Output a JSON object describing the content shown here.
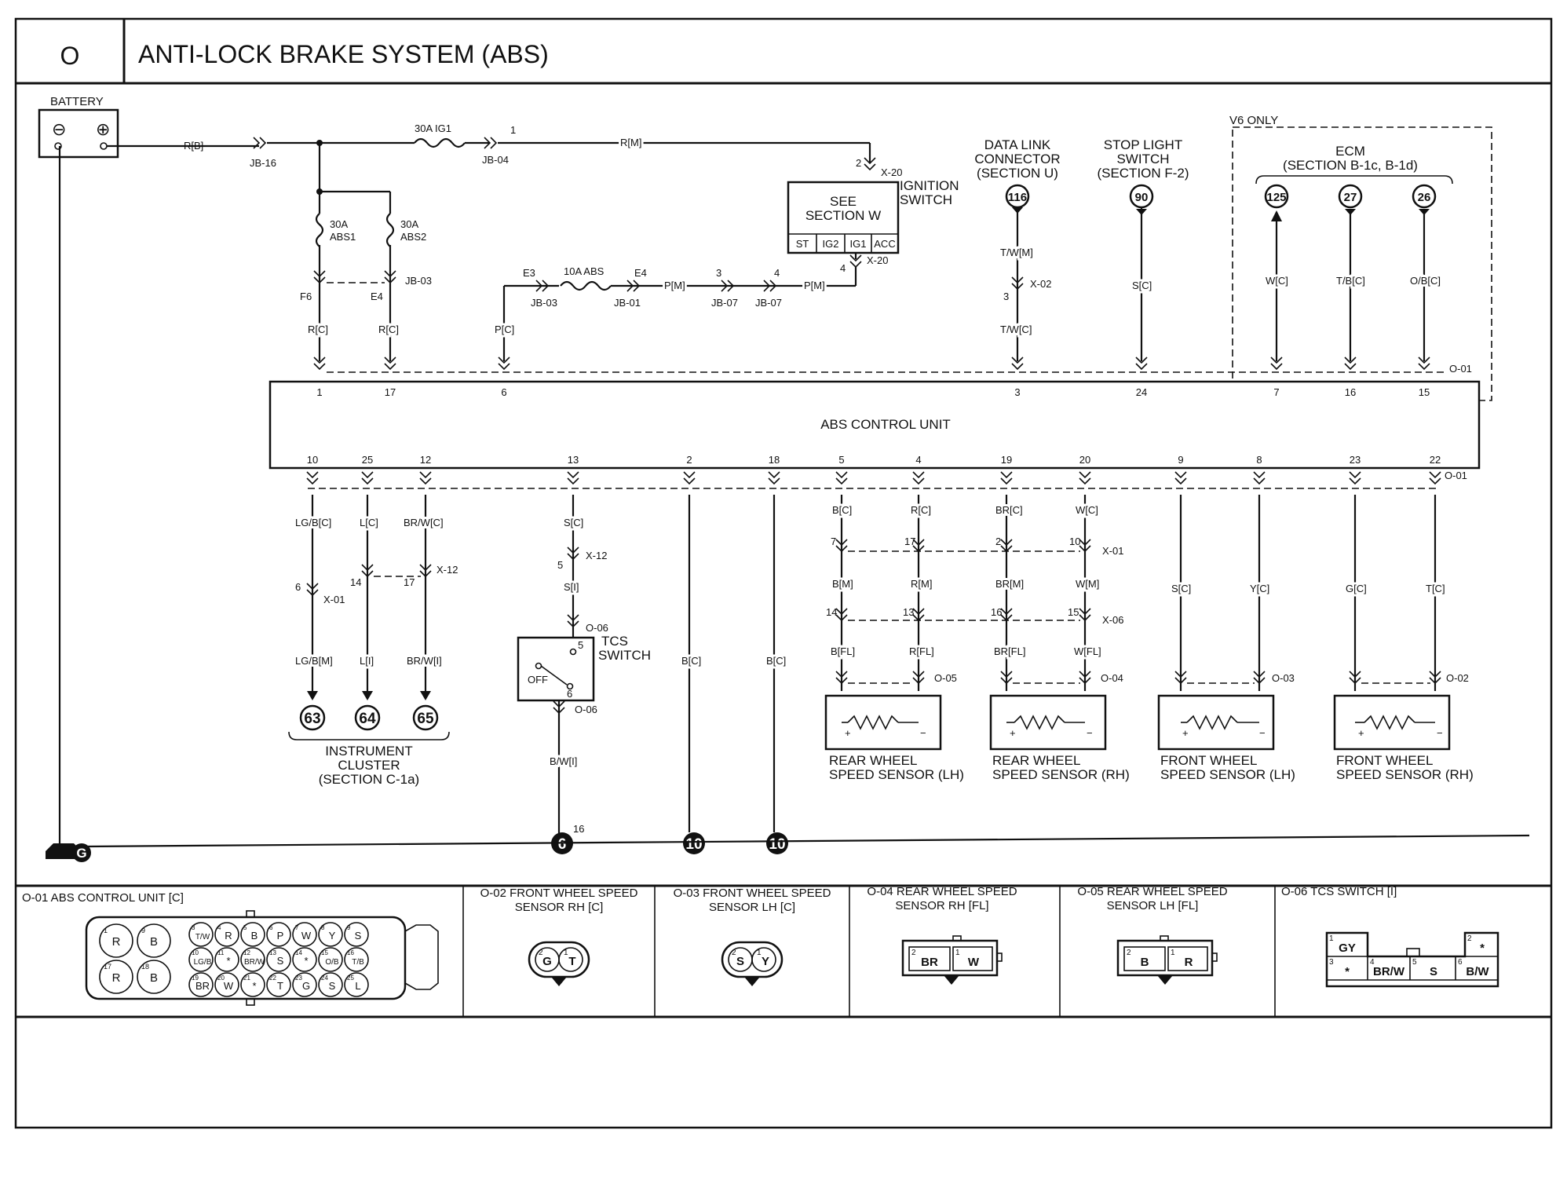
{
  "header": {
    "section_code": "O",
    "title": "ANTI-LOCK BRAKE SYSTEM (ABS)"
  },
  "power": {
    "battery_label": "BATTERY",
    "battery_neg": "⊖",
    "battery_pos": "⊕",
    "wire_battery": "R[B]",
    "jb16": "JB-16",
    "fuse_ig1": "30A IG1",
    "jb04_pin": "1",
    "jb04": "JB-04",
    "wire_rm": "R[M]",
    "fuse_abs1_amp": "30A",
    "fuse_abs1_name": "ABS1",
    "fuse_abs2_amp": "30A",
    "fuse_abs2_name": "ABS2",
    "jb03": "JB-03",
    "f6": "F6",
    "e4": "E4",
    "wire_rc1": "R[C]",
    "wire_rc2": "R[C]"
  },
  "ignition": {
    "pin_top": "2",
    "conn_top": "X-20",
    "label1": "IGNITION",
    "label2": "SWITCH",
    "see1": "SEE",
    "see2": "SECTION W",
    "terminals": [
      "ST",
      "IG2",
      "IG1",
      "ACC"
    ],
    "pin_bottom": "4",
    "conn_bottom": "X-20"
  },
  "abs_fuse_path": {
    "e3": "E3",
    "jb03": "JB-03",
    "fuse": "10A ABS",
    "e4": "E4",
    "jb01": "JB-01",
    "wire_pm1": "P[M]",
    "pin3": "3",
    "jb07a": "JB-07",
    "pin4": "4",
    "jb07b": "JB-07",
    "wire_pm2": "P[M]",
    "wire_pc": "P[C]"
  },
  "data_link": {
    "label1": "DATA LINK",
    "label2": "CONNECTOR",
    "label3": "(SECTION U)",
    "ref": "116",
    "wire_top": "T/W[M]",
    "pin": "3",
    "conn": "X-02",
    "wire_bottom": "T/W[C]"
  },
  "stop_light": {
    "label1": "STOP LIGHT",
    "label2": "SWITCH",
    "label3": "(SECTION F-2)",
    "ref": "90",
    "wire": "S[C]"
  },
  "ecm": {
    "v6": "V6 ONLY",
    "label1": "ECM",
    "label2": "(SECTION B-1c, B-1d)",
    "refs": [
      "125",
      "27",
      "26"
    ],
    "wires": [
      "W[C]",
      "T/B[C]",
      "O/B[C]"
    ]
  },
  "abs_unit": {
    "label": "ABS CONTROL UNIT",
    "connector": "O-01",
    "connector_bottom": "O-01",
    "top_pins": [
      "1",
      "17",
      "6",
      "3",
      "24",
      "7",
      "16",
      "15"
    ],
    "bottom_pins": [
      "10",
      "25",
      "12",
      "13",
      "2",
      "18",
      "5",
      "4",
      "19",
      "20",
      "9",
      "8",
      "23",
      "22"
    ]
  },
  "cluster": {
    "wires_c": [
      "LG/B[C]",
      "L[C]",
      "BR/W[C]"
    ],
    "pin6": "6",
    "x01": "X-01",
    "pin14": "14",
    "pin17": "17",
    "x12": "X-12",
    "wires_m": [
      "LG/B[M]",
      "L[I]",
      "BR/W[I]"
    ],
    "refs": [
      "63",
      "64",
      "65"
    ],
    "label1": "INSTRUMENT",
    "label2": "CLUSTER",
    "label3": "(SECTION C-1a)"
  },
  "tcs": {
    "wire_sc": "S[C]",
    "pin5": "5",
    "x12": "X-12",
    "wire_si": "S[I]",
    "conn_top": "O-06",
    "pin5b": "5",
    "label1": "TCS",
    "label2": "SWITCH",
    "off": "OFF",
    "pin6": "6",
    "conn_bottom": "O-06",
    "wire_bw": "B/W[I]",
    "ground_pin": "16",
    "ground_ref": "6"
  },
  "ground_lines": {
    "wire_a": "B[C]",
    "wire_b": "B[C]",
    "ref_a": "10",
    "ref_b": "10",
    "ground_symbol": "G"
  },
  "rear_sensors": {
    "wires_c": [
      "B[C]",
      "R[C]",
      "BR[C]",
      "W[C]"
    ],
    "x01_pins": [
      "7",
      "17",
      "2",
      "10"
    ],
    "x01": "X-01",
    "wires_m": [
      "B[M]",
      "R[M]",
      "BR[M]",
      "W[M]"
    ],
    "x06_pins": [
      "14",
      "13",
      "16",
      "15"
    ],
    "x06": "X-06",
    "wires_fl": [
      "B[FL]",
      "R[FL]",
      "BR[FL]",
      "W[FL]"
    ],
    "lh_conn": "O-05",
    "rh_conn": "O-04",
    "lh_label1": "REAR WHEEL",
    "lh_label2": "SPEED SENSOR (LH)",
    "rh_label1": "REAR WHEEL",
    "rh_label2": "SPEED SENSOR (RH)"
  },
  "front_sensors": {
    "wires": [
      "S[C]",
      "Y[C]",
      "G[C]",
      "T[C]"
    ],
    "lh_conn": "O-03",
    "rh_conn": "O-02",
    "lh_label1": "FRONT WHEEL",
    "lh_label2": "SPEED SENSOR (LH)",
    "rh_label1": "FRONT WHEEL",
    "rh_label2": "SPEED SENSOR (RH)"
  },
  "connectors": {
    "o01": {
      "title": "O-01 ABS CONTROL UNIT [C]",
      "big": [
        {
          "n": "1",
          "c": "R"
        },
        {
          "n": "9",
          "c": "B"
        },
        {
          "n": "17",
          "c": "R"
        },
        {
          "n": "18",
          "c": "B"
        }
      ],
      "row1": [
        {
          "n": "3",
          "c": "T/W"
        },
        {
          "n": "4",
          "c": "R"
        },
        {
          "n": "5",
          "c": "B"
        },
        {
          "n": "6",
          "c": "P"
        },
        {
          "n": "7",
          "c": "W"
        },
        {
          "n": "8",
          "c": "Y"
        },
        {
          "n": "9",
          "c": "S"
        }
      ],
      "row2": [
        {
          "n": "10",
          "c": "LG/B"
        },
        {
          "n": "11",
          "c": "*"
        },
        {
          "n": "12",
          "c": "BR/W"
        },
        {
          "n": "13",
          "c": "S"
        },
        {
          "n": "14",
          "c": "*"
        },
        {
          "n": "15",
          "c": "O/B"
        },
        {
          "n": "16",
          "c": "T/B"
        }
      ],
      "row3": [
        {
          "n": "19",
          "c": "BR"
        },
        {
          "n": "20",
          "c": "W"
        },
        {
          "n": "21",
          "c": "*"
        },
        {
          "n": "22",
          "c": "T"
        },
        {
          "n": "23",
          "c": "G"
        },
        {
          "n": "24",
          "c": "S"
        },
        {
          "n": "25",
          "c": "L"
        }
      ]
    },
    "o02": {
      "title1": "O-02 FRONT WHEEL SPEED",
      "title2": "SENSOR RH [C]",
      "pins": [
        {
          "n": "2",
          "c": "G"
        },
        {
          "n": "1",
          "c": "T"
        }
      ]
    },
    "o03": {
      "title1": "O-03 FRONT WHEEL SPEED",
      "title2": "SENSOR LH [C]",
      "pins": [
        {
          "n": "2",
          "c": "S"
        },
        {
          "n": "1",
          "c": "Y"
        }
      ]
    },
    "o04": {
      "title1": "O-04 REAR WHEEL SPEED",
      "title2": "SENSOR RH [FL]",
      "pins": [
        {
          "n": "2",
          "c": "BR"
        },
        {
          "n": "1",
          "c": "W"
        }
      ]
    },
    "o05": {
      "title1": "O-05 REAR WHEEL SPEED",
      "title2": "SENSOR LH [FL]",
      "pins": [
        {
          "n": "2",
          "c": "B"
        },
        {
          "n": "1",
          "c": "R"
        }
      ]
    },
    "o06": {
      "title": "O-06 TCS SWITCH [I]",
      "cells": [
        {
          "n": "1",
          "c": "GY"
        },
        {
          "n": "2",
          "c": "*"
        },
        {
          "n": "3",
          "c": "*"
        },
        {
          "n": "4",
          "c": "BR/W"
        },
        {
          "n": "5",
          "c": "S"
        },
        {
          "n": "6",
          "c": "B/W"
        }
      ]
    }
  }
}
